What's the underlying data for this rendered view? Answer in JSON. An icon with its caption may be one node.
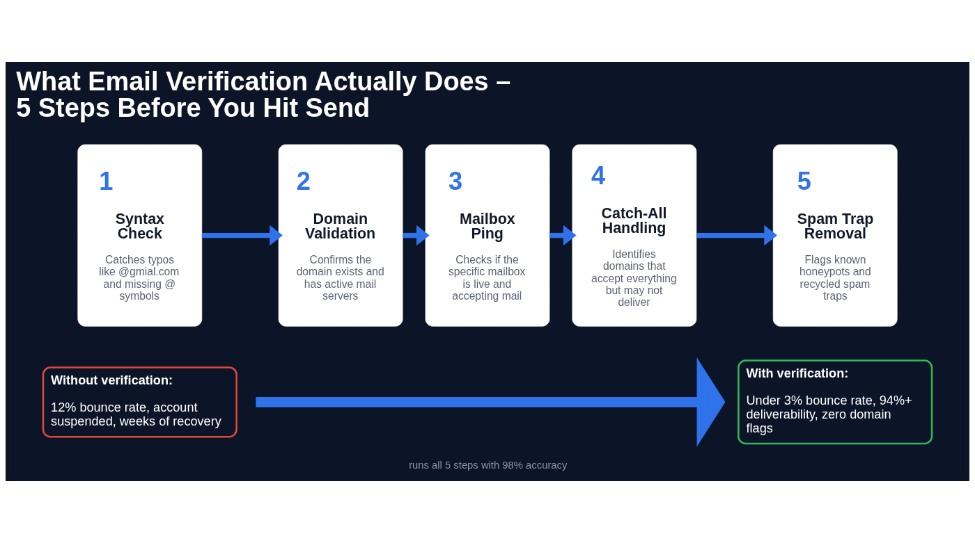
{
  "diagram": {
    "title": "What Email Verification Actually Does – 5 Steps Before You Hit Send",
    "caption": "runs all 5 steps with 98% accuracy",
    "nodes": [
      {
        "text": [
          "1",
          "Syntax Check",
          "Catches typos like @gmial.com and missing @ symbols"
        ]
      },
      {
        "text": [
          "2",
          "Domain Validation",
          "Confirms the domain exists and has active mail servers"
        ]
      },
      {
        "text": [
          "3",
          "Mailbox Ping",
          "Checks if the specific mailbox is live and accepting mail"
        ]
      },
      {
        "text": [
          "4",
          "Catch-All Handling",
          "Identifies domains that accept everything but may not deliver"
        ]
      },
      {
        "text": [
          "5",
          "Spam Trap Removal",
          "Flags known honeypots and recycled spam traps"
        ]
      },
      {
        "text": [
          "Without verification:",
          "12% bounce rate, account suspended, weeks of recovery"
        ]
      },
      {
        "text": [
          "With verification:",
          "Under 3% bounce rate, 94%+ deliverability, zero domain flags"
        ]
      }
    ],
    "edges": [
      {
        "from": 0,
        "to": 1,
        "arrow": "to"
      },
      {
        "from": 1,
        "to": 2,
        "arrow": "to"
      },
      {
        "from": 2,
        "to": 3,
        "arrow": "to"
      },
      {
        "from": 3,
        "to": 4,
        "arrow": "to"
      },
      {
        "from": 5,
        "to": 6,
        "arrow": "to",
        "style": "thick"
      }
    ]
  }
}
